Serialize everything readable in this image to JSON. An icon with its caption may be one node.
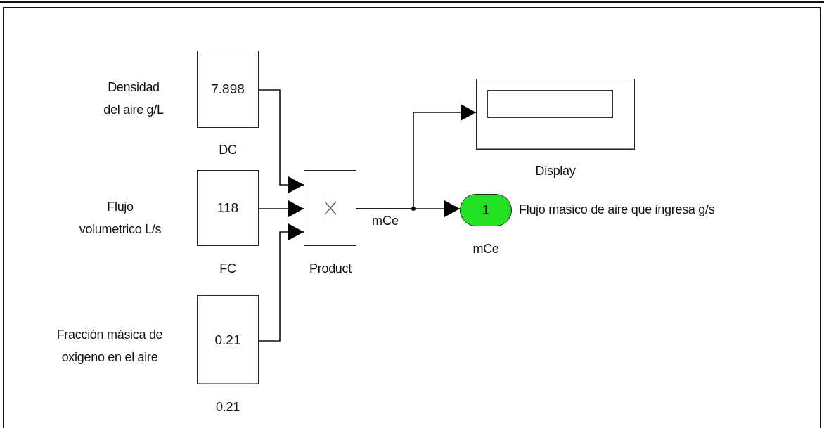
{
  "diagram": {
    "nodes": [
      {
        "text": [
          "7.898"
        ],
        "beside": [
          "Densidad del aire g/L",
          "DC"
        ]
      },
      {
        "text": [
          "118"
        ],
        "beside": [
          "Flujo volumetrico L/s",
          "FC"
        ]
      },
      {
        "text": [
          "0.21"
        ],
        "beside": [
          "Fracción másica de oxigeno en el aire",
          "0.21"
        ]
      },
      {
        "text": [],
        "shape": "box",
        "beside": [
          "Product"
        ]
      },
      {
        "text": [],
        "shape": "box",
        "beside": [
          "Display"
        ]
      },
      {
        "text": [
          "1"
        ],
        "beside": [
          "Flujo masico de aire que ingresa g/s",
          "mCe"
        ]
      }
    ],
    "edges": [
      {
        "from": 0,
        "to": 3,
        "arrow": "to"
      },
      {
        "from": 1,
        "to": 3,
        "arrow": "to"
      },
      {
        "from": 2,
        "to": 3,
        "arrow": "to"
      },
      {
        "from": 3,
        "to": 4,
        "arrow": "to"
      },
      {
        "from": 3,
        "to": 5,
        "arrow": "to",
        "label": "mCe"
      }
    ]
  }
}
